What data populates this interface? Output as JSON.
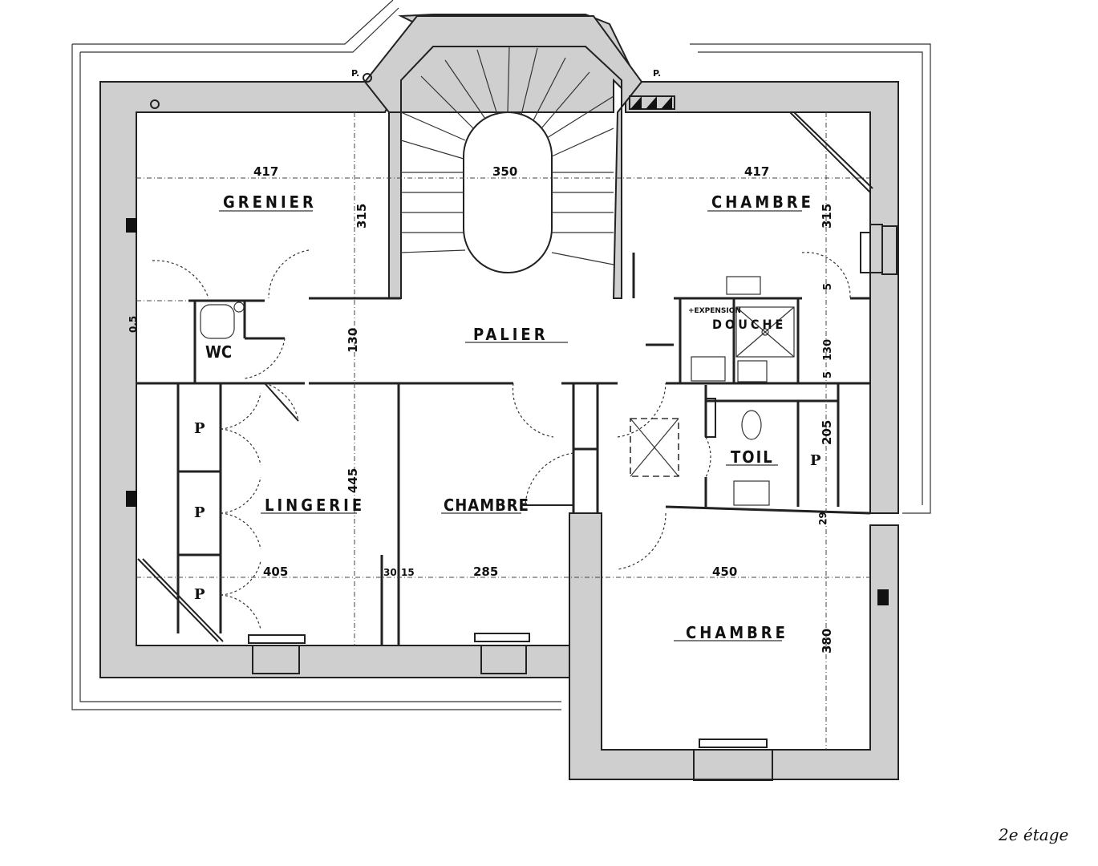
{
  "plan": {
    "title_caption": "2e étage",
    "rooms": [
      {
        "id": "grenier",
        "label": "GRENIER",
        "width": "417",
        "depth": "315"
      },
      {
        "id": "escalier",
        "label": "",
        "width": "350"
      },
      {
        "id": "chambre-nord-est",
        "label": "CHAMBRE",
        "width": "417",
        "depth": "315"
      },
      {
        "id": "palier",
        "label": "PALIER",
        "depth": "130"
      },
      {
        "id": "wc",
        "label": "WC"
      },
      {
        "id": "douche",
        "label": "DOUCHE",
        "note": "+EXPENSION",
        "dims": [
          "5",
          "130",
          "5"
        ]
      },
      {
        "id": "lingerie",
        "label": "LINGERIE",
        "width": "405",
        "depth": "445"
      },
      {
        "id": "chambre-centre",
        "label": "CHAMBRE",
        "width": "285"
      },
      {
        "id": "toilette",
        "label": "TOIL",
        "depth": "205"
      },
      {
        "id": "chambre-sud-est",
        "label": "CHAMBRE",
        "width": "450",
        "depth": "380"
      }
    ],
    "dimensions": {
      "grenier_width": "417",
      "stair_width": "350",
      "chambre_ne_width": "417",
      "grenier_depth": "315",
      "chambre_ne_depth": "315",
      "palier_depth": "130",
      "left_offset": "0.5",
      "lingerie_depth": "445",
      "lingerie_width": "405",
      "partition": "30",
      "partition_b": "15",
      "chambre_centre_width": "285",
      "chambre_se_width": "450",
      "chambre_se_depth": "380",
      "douche_top": "5",
      "douche_depth": "130",
      "douche_bottom": "5",
      "toil_depth": "205",
      "wall_se": "29"
    },
    "closet_label": "P",
    "downpipe_label": "P.",
    "detail_labels": {
      "expension": "+EXPENSION"
    }
  }
}
